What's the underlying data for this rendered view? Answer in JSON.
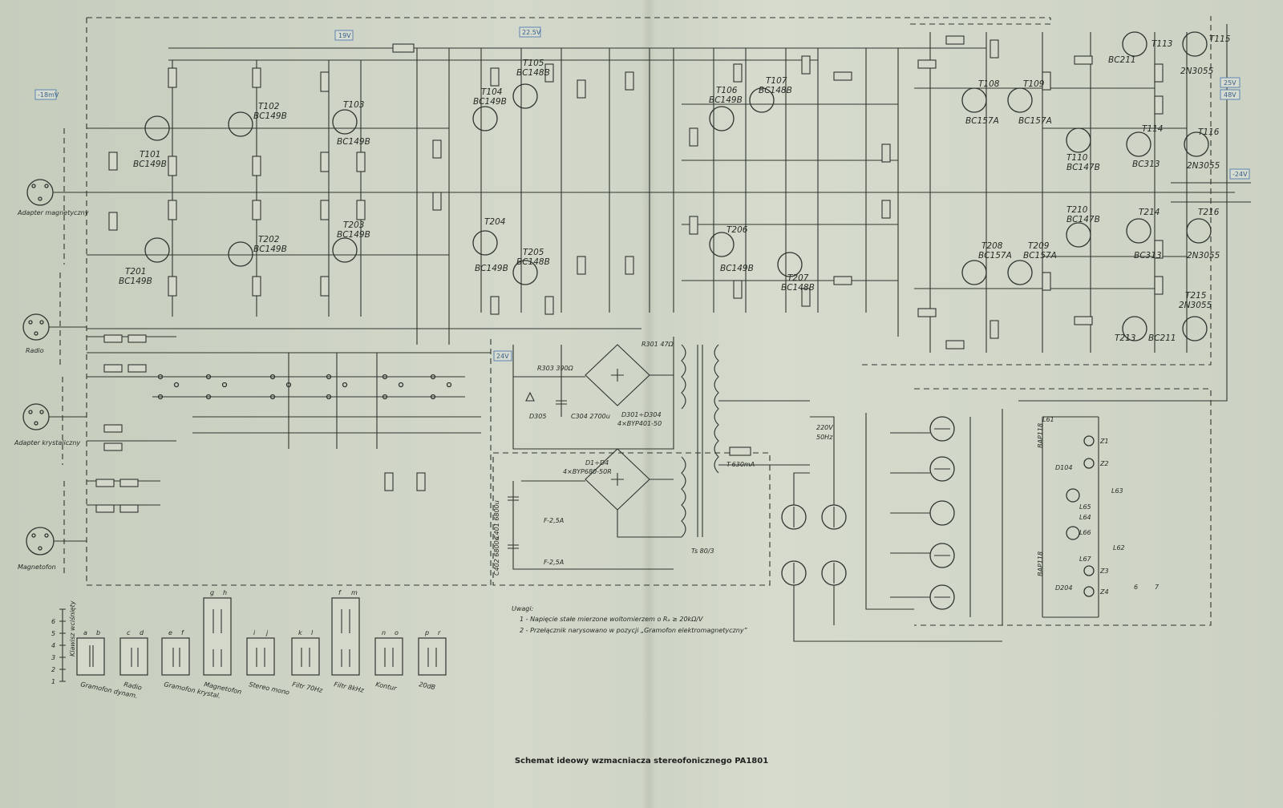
{
  "caption": "Schemat ideowy wzmacniacza stereofonicznego PA1801",
  "notes": {
    "heading": "Uwagi:",
    "line1": "1 - Napięcie stałe mierzone woltomierzem o Rₐ ≥ 20kΩ/V",
    "line2": "2 - Przełącznik narysowano w pozycji „Gramofon elektromagnetyczny”"
  },
  "inputs": [
    {
      "id": "in-adapter-mag",
      "label": "Adapter magnetyczny"
    },
    {
      "id": "in-radio",
      "label": "Radio"
    },
    {
      "id": "in-adapter-kryst",
      "label": "Adapter krystaliczny"
    },
    {
      "id": "in-magnetofon",
      "label": "Magnetofon"
    }
  ],
  "voltage_tags": [
    "-18mV",
    "19V",
    "22.5V",
    "24V",
    "25V",
    "48V",
    "-24V"
  ],
  "transistors": [
    {
      "ref": "T101",
      "type": "BC149B"
    },
    {
      "ref": "T102",
      "type": "BC149B"
    },
    {
      "ref": "T201",
      "type": "BC149B"
    },
    {
      "ref": "T202",
      "type": "BC149B"
    },
    {
      "ref": "T103",
      "type": "BC149B"
    },
    {
      "ref": "T203",
      "type": "BC149B"
    },
    {
      "ref": "T104",
      "type": "BC149B"
    },
    {
      "ref": "T105",
      "type": "BC148B"
    },
    {
      "ref": "T204",
      "type": "BC149B"
    },
    {
      "ref": "T205",
      "type": "BC148B"
    },
    {
      "ref": "T106",
      "type": "BC149B"
    },
    {
      "ref": "T107",
      "type": "BC148B"
    },
    {
      "ref": "T206",
      "type": "BC149B"
    },
    {
      "ref": "T207",
      "type": "BC148B"
    },
    {
      "ref": "T108",
      "type": "BC157A"
    },
    {
      "ref": "T109",
      "type": "BC157A"
    },
    {
      "ref": "T208",
      "type": "BC157A"
    },
    {
      "ref": "T209",
      "type": "BC157A"
    },
    {
      "ref": "T110",
      "type": "BC147B"
    },
    {
      "ref": "T210",
      "type": "BC147B"
    },
    {
      "ref": "T113",
      "type": "BC211"
    },
    {
      "ref": "T213",
      "type": "BC211"
    },
    {
      "ref": "T114",
      "type": "BC313"
    },
    {
      "ref": "T214",
      "type": "BC313"
    },
    {
      "ref": "T115",
      "type": "2N3055"
    },
    {
      "ref": "T116",
      "type": "2N3055"
    },
    {
      "ref": "T215",
      "type": "2N3055"
    },
    {
      "ref": "T216",
      "type": "2N3055"
    }
  ],
  "power": {
    "bridge1": "D301÷D304",
    "bridge1_type": "4×BYP401-50",
    "bridge2": "D1÷D4",
    "bridge2_type": "4×BYP680-50R",
    "r301": "R301 47Ω",
    "r303": "R303 390Ω",
    "c304": "C304 2700u",
    "d305": "D305",
    "c401": "C401 6800u",
    "c402": "C402 6800u",
    "f1": "F-2,5A",
    "f2": "F-2,5A",
    "fuse_main": "T-630mA",
    "transformer": "Ts 80/3",
    "mains": "220V",
    "mains_freq": "50Hz"
  },
  "switch_legend": {
    "axis_label": "Klawisz wciśnięty",
    "axis_ticks": [
      "1",
      "2",
      "3",
      "4",
      "5",
      "6"
    ],
    "keys": [
      {
        "letters": [
          "a",
          "b"
        ],
        "label": "Gramofon dynam."
      },
      {
        "letters": [
          "c",
          "d"
        ],
        "label": "Radio"
      },
      {
        "letters": [
          "e",
          "f"
        ],
        "label": "Gramofon krystal."
      },
      {
        "letters": [
          "g",
          "h"
        ],
        "label": "Magnetofon"
      },
      {
        "letters": [
          "i",
          "j"
        ],
        "label": "Stereo mono"
      },
      {
        "letters": [
          "k",
          "l"
        ],
        "label": "Filtr 70Hz"
      },
      {
        "letters": [
          "f",
          "m"
        ],
        "label": "Filtr 8kHz"
      },
      {
        "letters": [
          "n",
          "o"
        ],
        "label": "Kontur"
      },
      {
        "letters": [
          "p",
          "r"
        ],
        "label": "20dB"
      }
    ]
  },
  "speaker_section": {
    "leds": [
      "BAP118",
      "BAP118"
    ],
    "diodes": [
      "D104",
      "D204"
    ],
    "lamps": [
      "Z1",
      "Z2",
      "Z3",
      "Z4"
    ],
    "terminals": [
      "L63",
      "L64",
      "L65",
      "L66",
      "L67",
      "L62",
      "L61"
    ],
    "out_numbers": [
      "6",
      "7"
    ]
  }
}
